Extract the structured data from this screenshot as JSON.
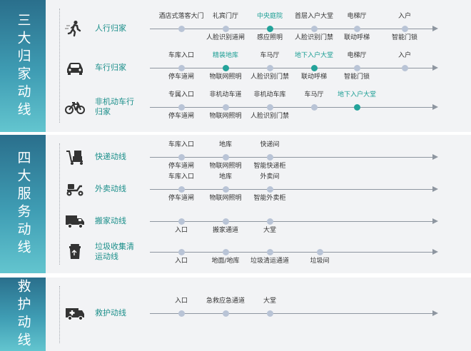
{
  "sections": [
    {
      "title": "三大归家动线"
    },
    {
      "title": "四大服务动线"
    },
    {
      "title": "救护动线"
    }
  ],
  "colors": {
    "accent": "#23a39a",
    "node": "#b9c4d6",
    "line": "#8e96a0",
    "label": "#1b8f8a"
  },
  "rows": [
    {
      "icon": "walking-person-icon",
      "label": "人行归家",
      "top": [
        {
          "text": "酒店式落客大门"
        },
        {
          "text": "礼宾门厅"
        },
        {
          "text": "中央庭院",
          "hl": true
        },
        {
          "text": "首层入户大堂"
        },
        {
          "text": "电梯厅"
        },
        {
          "text": "入户"
        }
      ],
      "bottom": [
        {
          "text": "人脸识别道闸"
        },
        {
          "text": "感应照明"
        },
        {
          "text": "人脸识别门禁"
        },
        {
          "text": "联动呼梯"
        },
        {
          "text": "智能门锁"
        }
      ]
    },
    {
      "icon": "car-icon",
      "label": "车行归家",
      "top": [
        {
          "text": "车库入口"
        },
        {
          "text": "精装地库",
          "hl": true
        },
        {
          "text": "车马厅"
        },
        {
          "text": "地下入户大堂",
          "hl": true
        },
        {
          "text": "电梯厅"
        },
        {
          "text": "入户"
        }
      ],
      "bottom": [
        {
          "text": "停车道闸"
        },
        {
          "text": "物联网照明"
        },
        {
          "text": "人脸识别门禁"
        },
        {
          "text": "联动呼梯"
        },
        {
          "text": "智能门锁"
        }
      ]
    },
    {
      "icon": "bicycle-icon",
      "label": "非机动车行归家",
      "top": [
        {
          "text": "专属入口"
        },
        {
          "text": "非机动车道"
        },
        {
          "text": "非机动车库"
        },
        {
          "text": "车马厅"
        },
        {
          "text": "地下入户大堂",
          "hl": true
        }
      ],
      "bottom": [
        {
          "text": "停车道闸"
        },
        {
          "text": "物联网照明"
        },
        {
          "text": "人脸识别门禁"
        }
      ]
    },
    {
      "icon": "delivery-cart-icon",
      "label": "快递动线",
      "top": [
        {
          "text": "车库入口"
        },
        {
          "text": "地库"
        },
        {
          "text": "快递间"
        }
      ],
      "bottom": [
        {
          "text": "停车道闸"
        },
        {
          "text": "物联网照明"
        },
        {
          "text": "智能快递柜"
        }
      ]
    },
    {
      "icon": "scooter-icon",
      "label": "外卖动线",
      "top": [
        {
          "text": "车库入口"
        },
        {
          "text": "地库"
        },
        {
          "text": "外卖间"
        }
      ],
      "bottom": [
        {
          "text": "停车道闸"
        },
        {
          "text": "物联网照明"
        },
        {
          "text": "智能外卖柜"
        }
      ]
    },
    {
      "icon": "moving-truck-icon",
      "label": "搬家动线",
      "top": [],
      "bottom": [
        {
          "text": "入口"
        },
        {
          "text": "搬家通道"
        },
        {
          "text": "大堂"
        }
      ]
    },
    {
      "icon": "trash-bin-icon",
      "label": "垃圾收集清运动线",
      "top": [],
      "bottom": [
        {
          "text": "入口"
        },
        {
          "text": "地面/地库"
        },
        {
          "text": "垃圾清运通道"
        },
        {
          "text": "垃圾间"
        }
      ]
    },
    {
      "icon": "ambulance-icon",
      "label": "救护动线",
      "top": [
        {
          "text": "入口"
        },
        {
          "text": "急救应急通道"
        },
        {
          "text": "大堂"
        }
      ],
      "bottom": []
    }
  ]
}
